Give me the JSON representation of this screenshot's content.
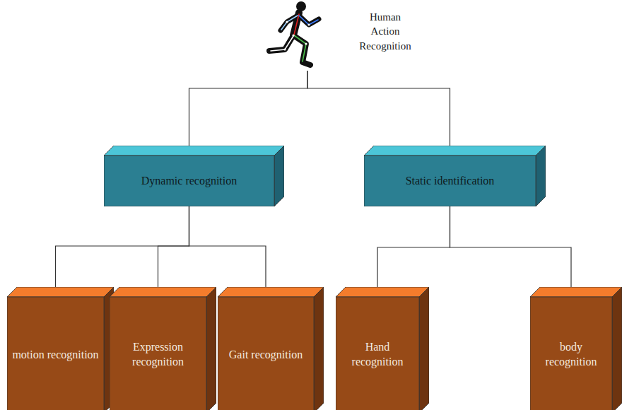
{
  "diagram": {
    "nodes": [
      {
        "text": [
          "Human Action Recognition"
        ]
      },
      {
        "text": [
          "Dynamic recognition"
        ]
      },
      {
        "text": [
          "Static identification"
        ]
      },
      {
        "text": [
          "motion recognition"
        ]
      },
      {
        "text": [
          "Expression recognition"
        ]
      },
      {
        "text": [
          "Gait recognition"
        ]
      },
      {
        "text": [
          "Hand recognition"
        ]
      },
      {
        "text": [
          "body recognition"
        ]
      }
    ],
    "edges": [
      {
        "from": 0,
        "to": 1,
        "arrow": "none"
      },
      {
        "from": 0,
        "to": 2,
        "arrow": "none"
      },
      {
        "from": 1,
        "to": 3,
        "arrow": "none"
      },
      {
        "from": 1,
        "to": 4,
        "arrow": "none"
      },
      {
        "from": 1,
        "to": 5,
        "arrow": "none"
      },
      {
        "from": 2,
        "to": 6,
        "arrow": "none"
      },
      {
        "from": 2,
        "to": 7,
        "arrow": "none"
      }
    ]
  }
}
